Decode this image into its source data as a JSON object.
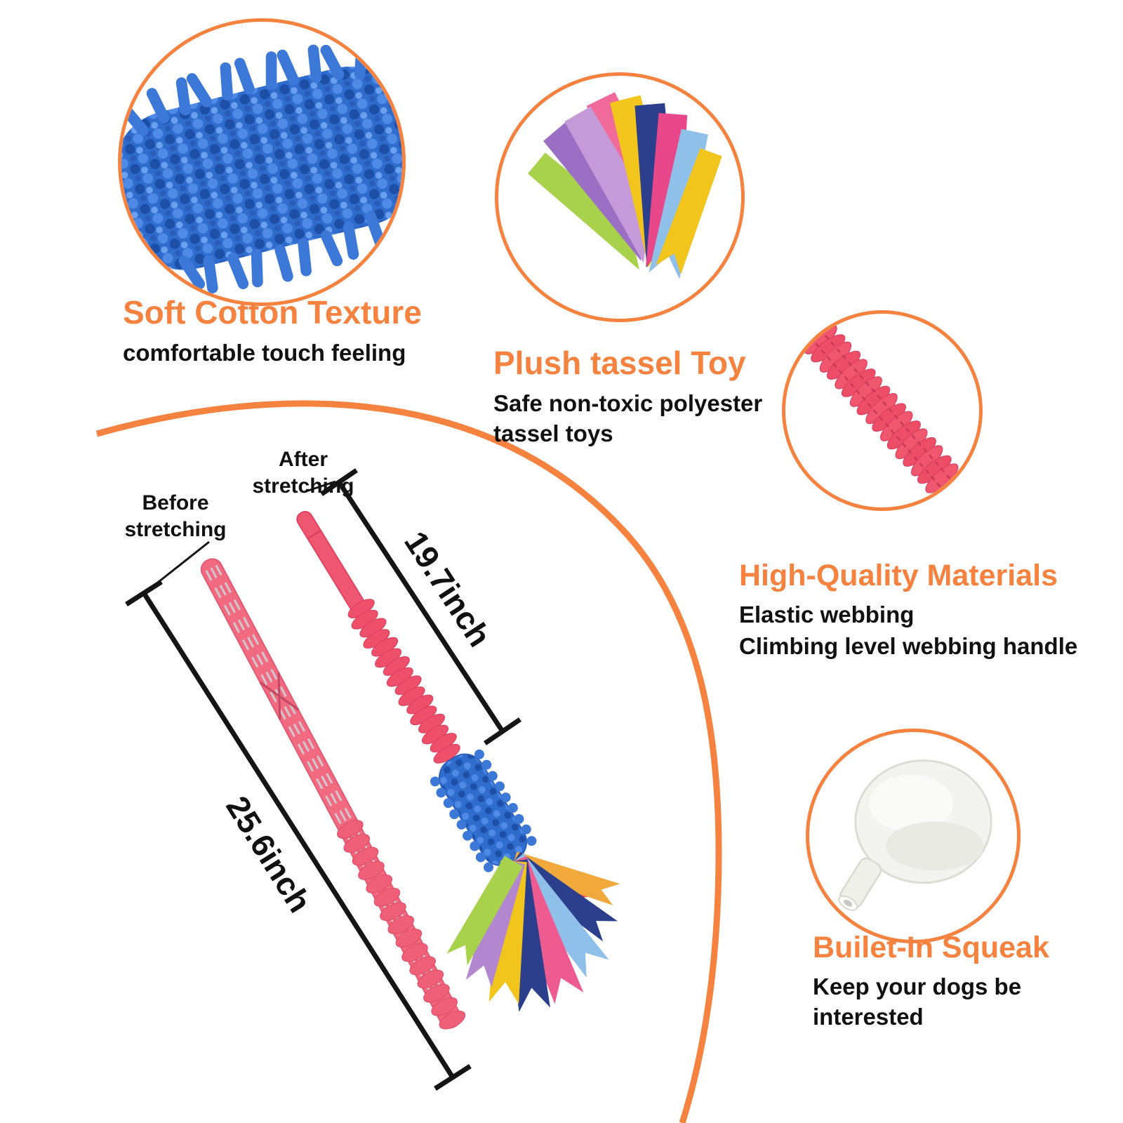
{
  "colors": {
    "accent": "#f5823f",
    "ink": "#111111",
    "strap-pink": "#f2687f",
    "chenille-blue": "#2f6fd0"
  },
  "features": {
    "soft": {
      "title": "Soft Cotton Texture",
      "desc": "comfortable touch feeling"
    },
    "tassel": {
      "title": "Plush tassel Toy",
      "desc": "Safe non-toxic polyester tassel toys"
    },
    "materials": {
      "title": "High-Quality Materials",
      "desc1": "Elastic webbing",
      "desc2": "Climbing level webbing handle"
    },
    "squeak": {
      "title": "Builet-In Squeak",
      "desc": "Keep your dogs be interested"
    }
  },
  "measurements": {
    "before_label": "Before stretching",
    "after_label": "After stretching",
    "before_length": "25.6inch",
    "after_length": "19.7inch"
  }
}
